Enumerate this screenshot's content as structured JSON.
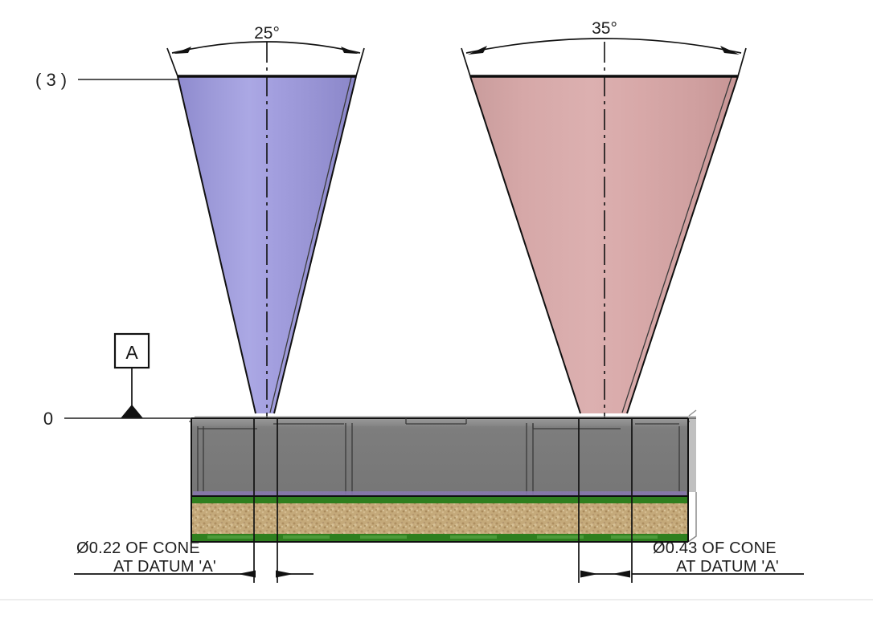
{
  "drawing": {
    "type": "engineering-section-view",
    "background_color": "#ffffff",
    "annotations": {
      "reference_quantity": "( 3 )",
      "datum_origin_label": "0",
      "datum_feature_letter": "A"
    },
    "angular_dimensions": [
      {
        "id": "left-cone-angle",
        "label": "25°",
        "value": 25,
        "unit": "degree"
      },
      {
        "id": "right-cone-angle",
        "label": "35°",
        "value": 35,
        "unit": "degree"
      }
    ],
    "linear_dimensions": [
      {
        "id": "left-cone-diameter",
        "line1": "Ø0.22 OF CONE",
        "line2": "AT DATUM 'A'",
        "symbol": "Ø",
        "value": "0.22"
      },
      {
        "id": "right-cone-diameter",
        "line1": "Ø0.43 OF CONE",
        "line2": "AT DATUM 'A'",
        "symbol": "Ø",
        "value": "0.43"
      }
    ],
    "cones": [
      {
        "id": "left-cone",
        "color_name": "blue-violet",
        "fill_light": "#a9a6e0",
        "fill_dark": "#8b87cd",
        "angle_label": "25°"
      },
      {
        "id": "right-cone",
        "color_name": "dusty-rose",
        "fill_light": "#d9a9a9",
        "fill_dark": "#c79494",
        "angle_label": "35°"
      }
    ],
    "base_assembly": {
      "housing_color": "#7b7b7b",
      "housing_top_color": "#8a8a8a",
      "pcb_border_color": "#2e7d1e",
      "substrate_color": "#c3a878",
      "accent_line_color": "#7a6aa0"
    }
  }
}
